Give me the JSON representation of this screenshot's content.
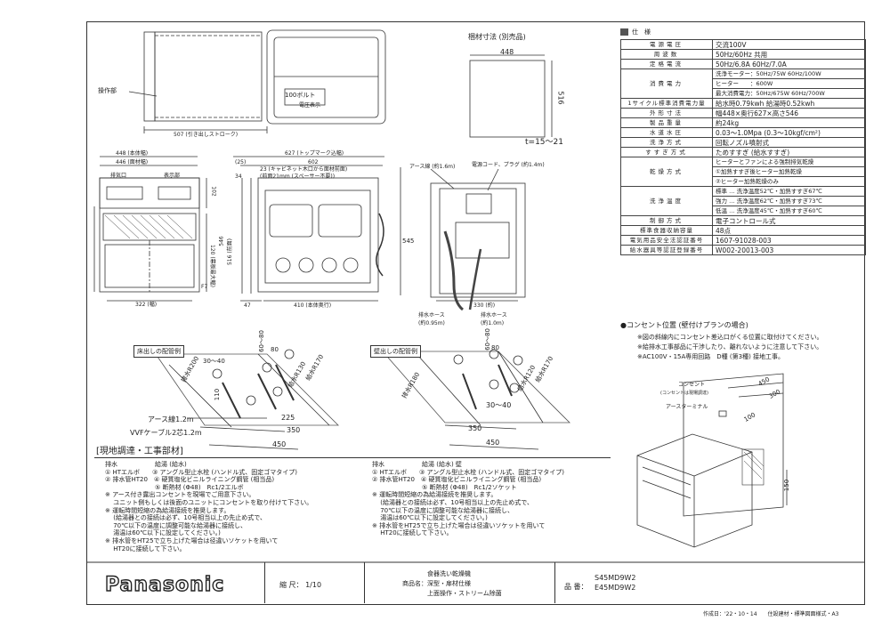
{
  "spec_header": "仕　様",
  "spec": [
    {
      "k": "電源電圧",
      "v": "交流100V"
    },
    {
      "k": "周波数",
      "v": "50Hz/60Hz 共用"
    },
    {
      "k": "定格電流",
      "v": "50Hz/6.8A 60Hz/7.0A"
    },
    {
      "k": "消費電力",
      "v1": "洗浄モーター：50Hz/75W 60Hz/100W",
      "v2": "ヒーター　　：600W",
      "v3": "最大消費電力：50Hz/675W 60Hz/700W"
    },
    {
      "k": "1サイクル標準消費電力量",
      "v": "給水時0.79kwh 給湯時0.52kwh"
    },
    {
      "k": "外形寸法",
      "v": "幅448×奥行627×高さ546"
    },
    {
      "k": "製品重量",
      "v": "約24kg"
    },
    {
      "k": "水道水圧",
      "v": "0.03〜1.0Mpa (0.3〜10kgf/cm²)"
    },
    {
      "k": "洗浄方式",
      "v": "回転ノズル噴射式"
    },
    {
      "k": "すすぎ方式",
      "v": "ためすすぎ (給水すすぎ)"
    },
    {
      "k": "乾燥方式",
      "v1": "ヒーターとファンによる強制排気乾燥",
      "v2": "①加熱すすぎ後ヒーター加熱乾燥",
      "v3": "②ヒーター加熱乾燥のみ"
    },
    {
      "k": "洗浄温度",
      "v1": "標準 … 洗浄温度52℃・加熱すすぎ67℃",
      "v2": "強力 … 洗浄温度62℃・加熱すすぎ73℃",
      "v3": "低温 … 洗浄温度45℃・加熱すすぎ60℃"
    },
    {
      "k": "制御方式",
      "v": "電子コントロール式"
    },
    {
      "k": "標準食器収納容量",
      "v": "48点"
    },
    {
      "k": "電気用品安全法認証番号",
      "v": "1607-91028-003"
    },
    {
      "k": "給水器具等認証登録番号",
      "v": "W002-20013-003"
    }
  ],
  "top_view": {
    "label_operation": "操作部",
    "dim_slide": "507 (引き出しストローク)",
    "label_100v": "100ボルト",
    "label_voltage": "電圧表示"
  },
  "packaging": {
    "title": "梱材寸法 (別売品)",
    "w": "448",
    "h": "516",
    "t": "t=15〜21"
  },
  "front_view": {
    "w1": "448 (本体幅)",
    "w2": "446 (面材幅)",
    "exhaust": "排気口",
    "display": "表示部",
    "d102": "102",
    "d120": "120 (幕板最大幅)",
    "f7": "F7",
    "d322": "322 (幅)",
    "h546": "546",
    "h516": "516 (前面)"
  },
  "side_view": {
    "d627": "627 (トップマーク込幅)",
    "d602": "602",
    "d25": "(25)",
    "note1": "23 (キャビネット木口から面材前面)",
    "note2": "(前面21mm (スペーサー不要))",
    "d34": "34",
    "d47": "47",
    "d410": "410 (本体奥行)",
    "h545": "545"
  },
  "rear_view": {
    "ground": "アース線 (約1.6m)",
    "cord": "電源コード、プラグ (約1.4m)",
    "d330": "330 (約)",
    "drain1": "排水ホース",
    "drain1_len": "(約0.95m)",
    "drain2": "排水ホース",
    "drain2_len": "(約1.0m)"
  },
  "floor_piping": {
    "title": "床出しの配管例",
    "d30_40": "30〜40",
    "d60_80": "60〜80",
    "d110": "110",
    "d80": "80",
    "d225": "225",
    "d350": "350",
    "d450": "450",
    "ground": "アース線1.2m",
    "vvf": "VVFケーブル2芯1.2m",
    "r200": "排水R200",
    "r170": "給水R170",
    "r130": "給水R130"
  },
  "wall_piping": {
    "title": "壁出しの配管例",
    "d60_80": "60〜80",
    "d80": "80",
    "d30_40": "30〜40",
    "d350": "350",
    "d450": "450",
    "r180": "排水R180",
    "r170": "給水R170",
    "r120": "給水R120"
  },
  "materials_title": "[現地調達・工事部材]",
  "materials_left": [
    "排水　　　　　　給湯 (給水)",
    "① HTエルボ　　③ アングル型止水栓 (ハンドル式、固定ゴマタイプ)",
    "② 排水管HT20　④ 硬質塩化ビニルライニング鋼管 (相当品)",
    "　　　　　　　　⑤ 断熱材 (Φ48)　Rc1/2エルボ",
    "※ アース付き露出コンセントを現場でご用意下さい。",
    "　 ユニット側もしくは後面のユニットにコンセントを取り付けて下さい。",
    "※ 運転時間短縮の為給湯接続を推奨します。",
    "　 (給湯器との接続は必ず、10号相当以上の先止め式で、",
    "　 70℃以下の温度に調整可能な給湯器に接続し、",
    "　 湯温は60℃以下に設定してください。)",
    "※ 排水管をHT25で立ち上げた場合は径違いソケットを用いて",
    "　 HT20に接続して下さい。"
  ],
  "materials_right": [
    "排水　　　　　　給湯 (給水) 壁",
    "① HTエルボ　　③ アングル型止水栓 (ハンドル式、固定ゴマタイプ)",
    "② 排水管HT20　④ 硬質塩化ビニルライニング鋼管 (相当品)",
    "　　　　　　　　⑤ 断熱材 (Φ48)　Rc1/2ソケット",
    "※ 運転時間短縮の為給湯接続を推奨します。",
    "　 (給湯器との接続は必ず、10号相当以上の先止め式で、",
    "　 70℃以下の温度に調整可能な給湯器に接続し、",
    "　 湯温は60℃以下に設定してください。)",
    "※ 排水管をHT25で立ち上げた場合は径違いソケットを用いて",
    "　 HT20に接続して下さい。"
  ],
  "outlet": {
    "title": "●コンセント位置 (壁付けプランの場合)",
    "lines": [
      "※図の斜線内にコンセント差込口がくる位置に取付けてください。",
      "※給排水工事部品に干渉したり、離れないように注意して下さい。",
      "※AC100V・15A専用回路　D種 (第3種) 接地工事。"
    ],
    "consent": "コンセント",
    "consent_note": "(コンセントは現場調達)",
    "earth": "アースターミナル",
    "d450": "450",
    "d300": "300",
    "d100": "100",
    "d150": "150"
  },
  "title_block": {
    "logo": "Panasonic",
    "scale": "縮 尺： 1/10",
    "name1": "食器洗い乾燥機",
    "name2_label": "商品名：",
    "name2": "深型・扉材仕様",
    "name3": "上面操作・ストリーム除菌",
    "model_label": "品 番：",
    "model1": "S45MD9W2",
    "model2": "E45MD9W2"
  },
  "footer": "作成日：'22・10・14　　住設建材・標準図面様式・A3"
}
